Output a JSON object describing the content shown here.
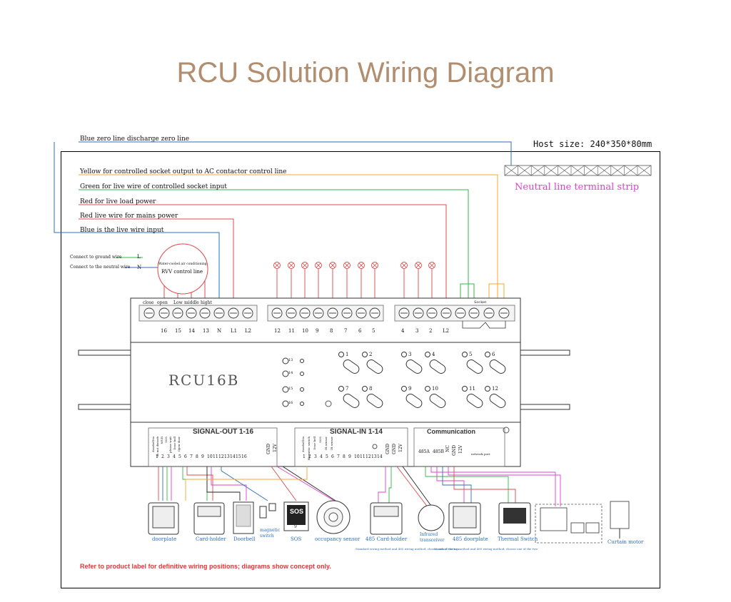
{
  "title": "RCU Solution Wiring Diagram",
  "host_size": "Host size: 240*350*80mm",
  "neutral_strip": "Neutral line terminal strip",
  "top_labels": {
    "blue_zero": "Blue zero line discharge zero line",
    "yellow": "Yellow for controlled socket output to AC contactor control line",
    "green": "Green for live wire of controlled socket input",
    "red_load": "Red for live load power",
    "red_mains": "Red live wire for mains power",
    "blue_live": "Blue is the live wire input"
  },
  "ground": {
    "label": "Connect to ground wire",
    "letter": "L"
  },
  "neutral": {
    "label": "Connect to the neutral wire",
    "letter": "N"
  },
  "rvv": {
    "line1": "Water-cooled air conditioning",
    "line2": "RVV control line"
  },
  "fan_labels": [
    "close",
    "open",
    "Low",
    "middle",
    "hight"
  ],
  "socket_label": "Socket",
  "terminal_numbers_left": [
    "16",
    "15",
    "14",
    "13",
    "N",
    "L1",
    "L2"
  ],
  "terminal_numbers_mid": [
    "12",
    "11",
    "10",
    "9",
    "8",
    "7",
    "6",
    "5"
  ],
  "terminal_numbers_right": [
    "4",
    "3",
    "2",
    "L2"
  ],
  "model": "RCU16B",
  "dimmer_labels": [
    "13",
    "14",
    "15",
    "16"
  ],
  "channel_labels": [
    "1",
    "2",
    "3",
    "4",
    "5",
    "6",
    "7",
    "8",
    "9",
    "10",
    "11",
    "12"
  ],
  "signal_out": {
    "header": "SIGNAL-OUT 1-16",
    "functions": [
      "doorbell-in",
      "do not disturb",
      "MUR",
      "SOS",
      "please wait",
      "Door bell",
      "Open door"
    ],
    "numbers": [
      "1",
      "2",
      "3",
      "4",
      "5",
      "6",
      "7",
      "8",
      "9",
      "10",
      "11",
      "12",
      "13",
      "14",
      "15",
      "16"
    ],
    "power": [
      "GND",
      "12V"
    ]
  },
  "signal_in": {
    "header": "SIGNAL-IN 1-14",
    "functions": [
      "doorbell-in",
      "Magnetic switch",
      "Door bell",
      "SOS",
      "IR sensor",
      "IR sensor"
    ],
    "numbers": [
      "1",
      "2",
      "3",
      "4",
      "5",
      "6",
      "7",
      "8",
      "9",
      "10",
      "11",
      "12",
      "13",
      "14"
    ],
    "power": [
      "GND",
      "GND",
      "12V"
    ]
  },
  "communication": {
    "header": "Communication",
    "ports": [
      "485A",
      "485B",
      "NC",
      "GND",
      "12V"
    ],
    "network": "network port"
  },
  "devices": [
    {
      "id": "doorplate",
      "label": "doorplate"
    },
    {
      "id": "card-holder",
      "label": "Card-holder"
    },
    {
      "id": "doorbell",
      "label": "Doorbell"
    },
    {
      "id": "magnetic-switch",
      "label": "magnetic switch"
    },
    {
      "id": "sos",
      "label": "SOS"
    },
    {
      "id": "occupancy-sensor",
      "label": "occupancy sensor"
    },
    {
      "id": "485-card-holder",
      "label": "485 Card-holder"
    },
    {
      "id": "infrared-transceiver",
      "label": "Infrared transceiver"
    },
    {
      "id": "485-doorplate",
      "label": "485 doorplate"
    },
    {
      "id": "thermal-switch",
      "label": "Thermal Switch"
    },
    {
      "id": "curtain-motor",
      "label": "Curtain motor"
    }
  ],
  "device_notes": {
    "card_holder_note": "Standard wiring method and 485 wiring method, choose one of the two",
    "doorplate_note": "Standard wiring method and 485 wiring method, choose one of the two"
  },
  "sos_panel": {
    "text": "SOS",
    "digit": "9"
  },
  "note": "Refer to product label for definitive wiring positions; diagrams show concept only.",
  "colors": {
    "title": "#b08e6f",
    "blue": "#2b6cc4",
    "yellow": "#f0a830",
    "green": "#35b548",
    "red": "#e04848",
    "magenta": "#e040d0",
    "note": "#d93a3a"
  }
}
